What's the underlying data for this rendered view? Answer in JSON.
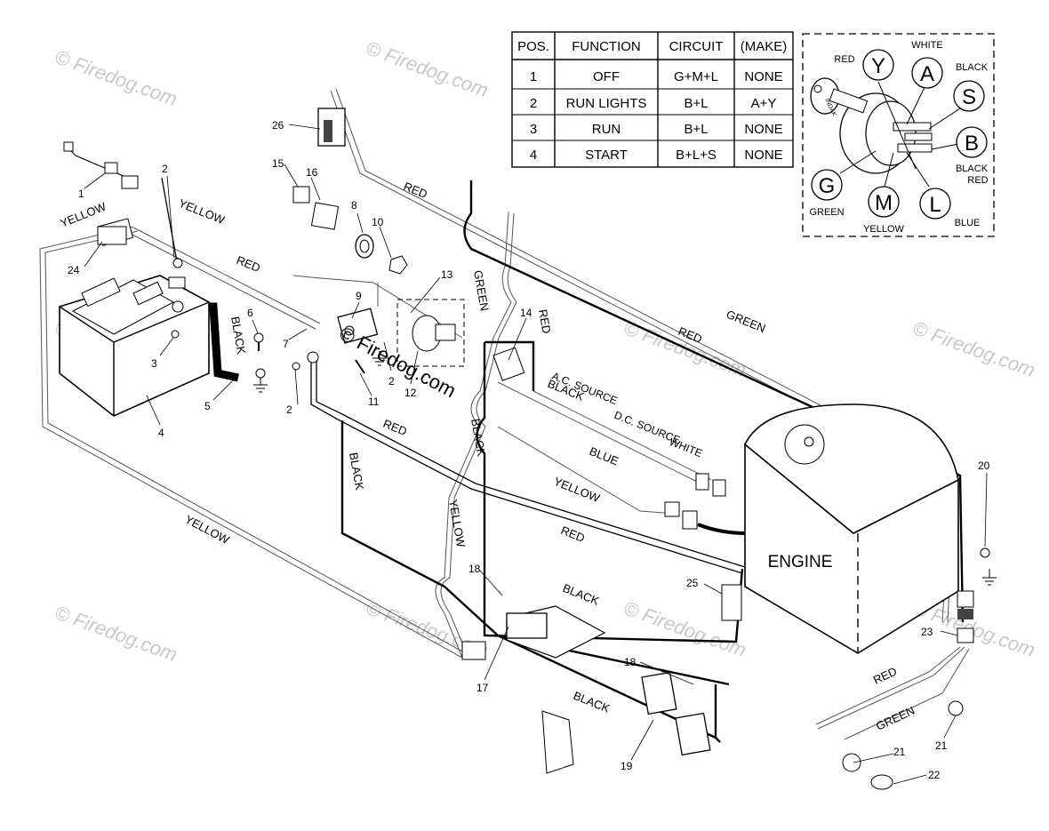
{
  "watermark": {
    "text": "© Firedog.com",
    "overlay": "© Firedog.com"
  },
  "switch_table": {
    "headers": [
      "POS.",
      "FUNCTION",
      "CIRCUIT",
      "(MAKE)"
    ],
    "rows": [
      [
        "1",
        "OFF",
        "G+M+L",
        "NONE"
      ],
      [
        "2",
        "RUN LIGHTS",
        "B+L",
        "A+Y"
      ],
      [
        "3",
        "RUN",
        "B+L",
        "NONE"
      ],
      [
        "4",
        "START",
        "B+L+S",
        "NONE"
      ]
    ]
  },
  "ignition_key": {
    "terminals": {
      "Y": {
        "letter": "Y",
        "color": "RED"
      },
      "A": {
        "letter": "A",
        "color": "WHITE"
      },
      "S": {
        "letter": "S",
        "color": "BLACK"
      },
      "B": {
        "letter": "B",
        "color": "BLACK",
        "color2": "RED"
      },
      "L": {
        "letter": "L",
        "color": "BLUE"
      },
      "M": {
        "letter": "M",
        "color": "YELLOW"
      },
      "G": {
        "letter": "G",
        "color": "GREEN"
      }
    },
    "key_brand": "INDAK"
  },
  "wire_labels": {
    "yellow_1": "YELLOW",
    "yellow_2": "YELLOW",
    "yellow_3": "YELLOW",
    "yellow_4": "YELLOW",
    "yellow_5": "YELLOW",
    "red_1": "RED",
    "red_2": "RED",
    "red_3": "RED",
    "red_4": "RED",
    "red_5": "RED",
    "red_6": "RED",
    "black_1": "BLACK",
    "black_2": "BLACK",
    "black_3": "BLACK",
    "black_4": "BLACK",
    "black_5": "BLACK",
    "black_6": "BLACK",
    "green_1": "GREEN",
    "green_2": "GREEN",
    "green_3": "GREEN",
    "blue_1": "BLUE",
    "white_1": "WHITE",
    "ac_source": "A.C. SOURCE",
    "dc_source": "D.C. SOURCE"
  },
  "engine_label": "ENGINE",
  "part_numbers": [
    "1",
    "2",
    "2",
    "2",
    "3",
    "4",
    "5",
    "6",
    "7",
    "8",
    "9",
    "10",
    "11",
    "12",
    "13",
    "14",
    "15",
    "16",
    "17",
    "18",
    "18",
    "19",
    "20",
    "21",
    "21",
    "22",
    "23",
    "24",
    "25",
    "26"
  ]
}
